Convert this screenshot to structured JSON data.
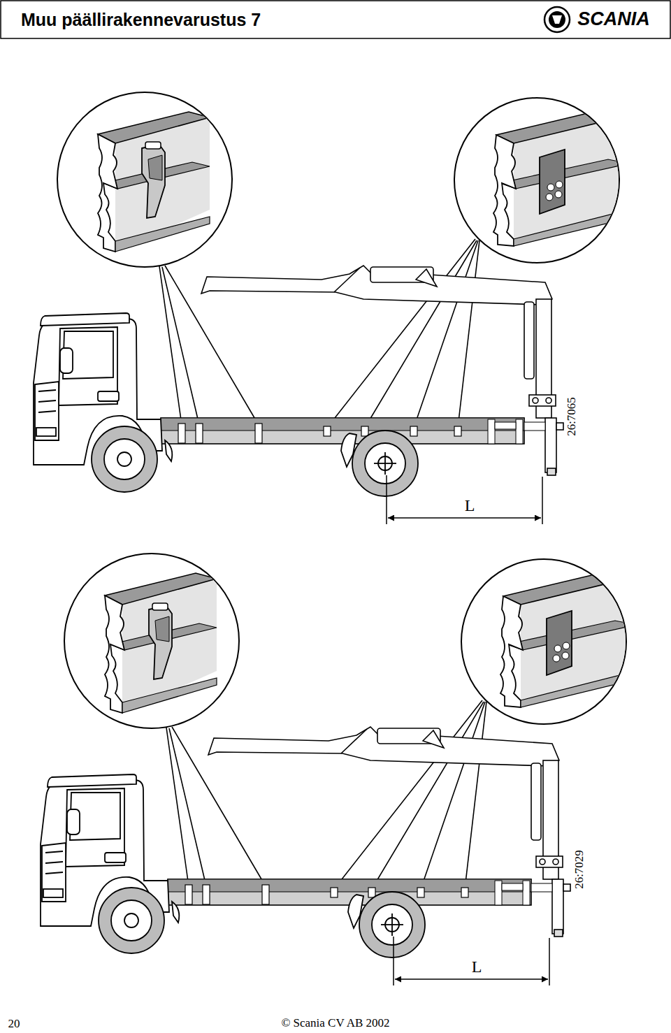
{
  "diagram": {
    "title": "Muu päällirakennevarustus 7",
    "labels": [
      "SCANIA",
      "26:7065",
      "L",
      "26:7029",
      "L",
      "20",
      "© Scania CV AB 2002"
    ]
  }
}
